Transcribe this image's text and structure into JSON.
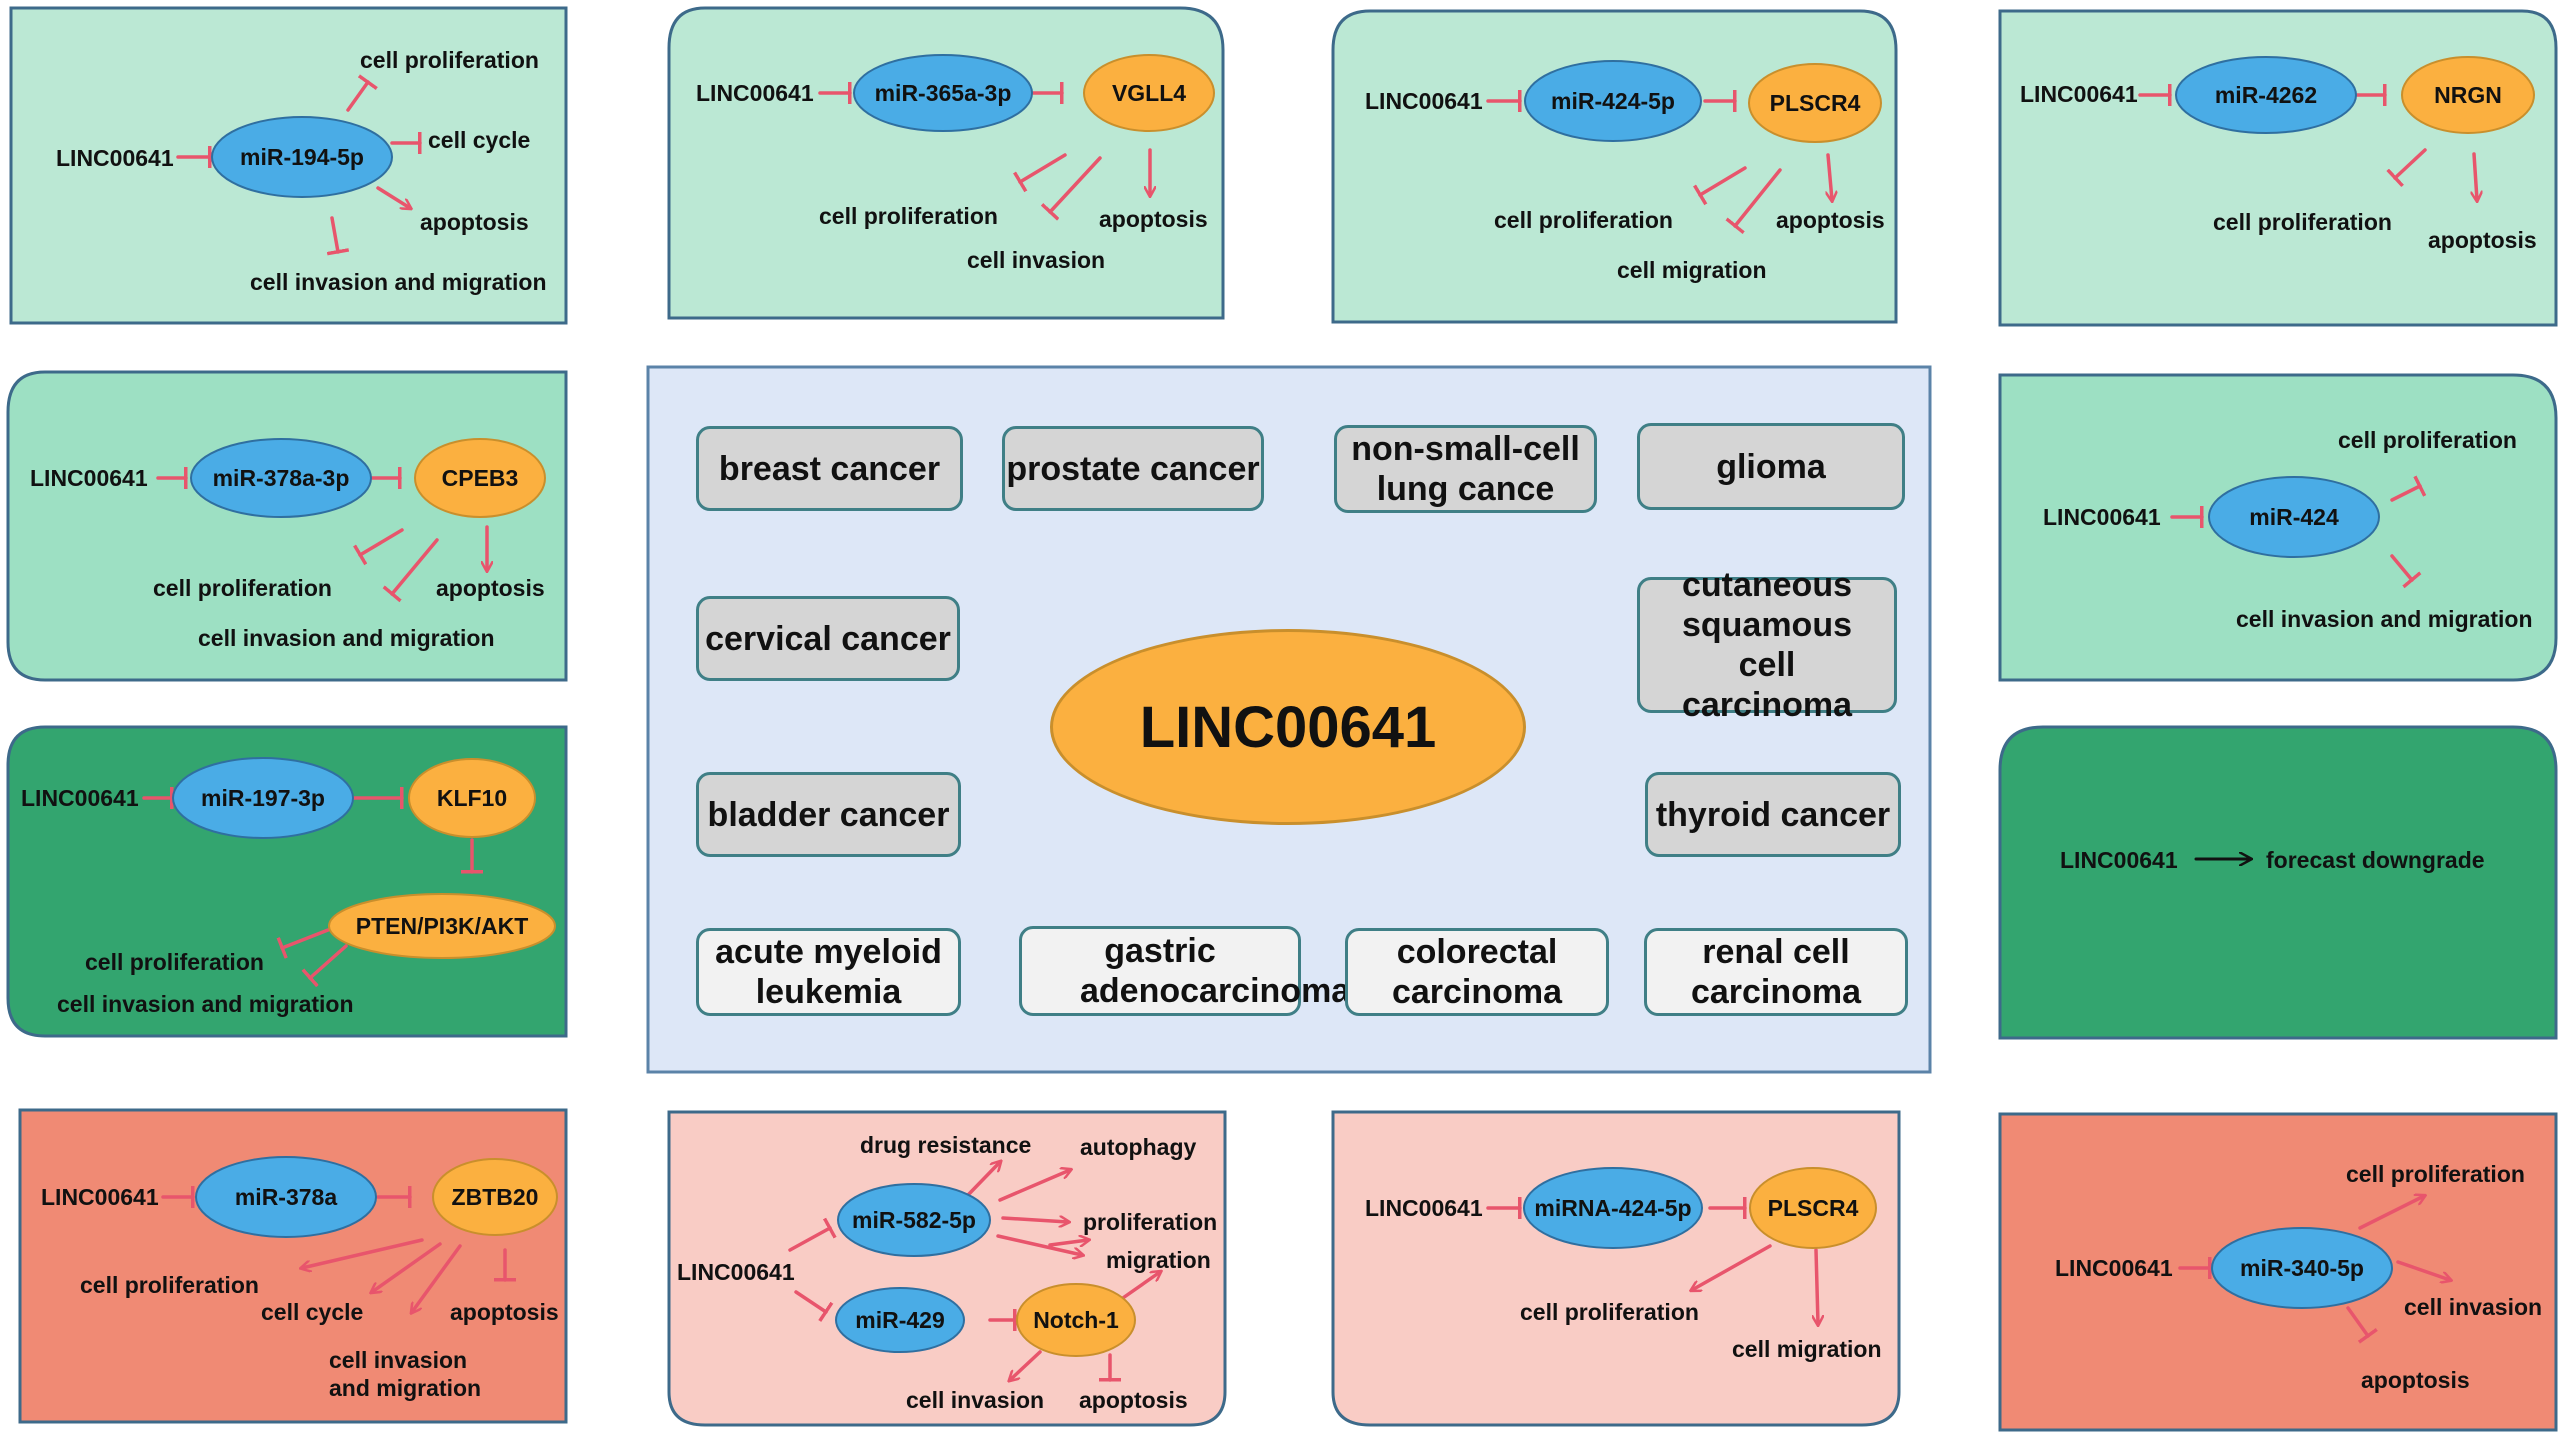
{
  "colors": {
    "light_green": "#bbe8d4",
    "mid_green": "#9de0c3",
    "dark_green": "#33a56f",
    "salmon": "#f08a74",
    "light_pink": "#f9ccc5",
    "center_bg": "#dde7f7",
    "mirna_blue": "#4aace6",
    "target_orange": "#fbb040",
    "arrow": "#e8556c"
  },
  "center": {
    "label": "LINC00641",
    "cancers": [
      "breast cancer",
      "prostate cancer",
      "non-small-cell lung cance",
      "glioma",
      "cervical cancer",
      "cutaneous squamous cell carcinoma",
      "bladder cancer",
      "thyroid cancer",
      "acute myeloid leukemia",
      "gastric adenocarcinoma",
      "colorectal carcinoma",
      "renal cell carcinoma"
    ]
  },
  "panels": {
    "p1": {
      "source": "LINC00641",
      "mirna": "miR-194-5p",
      "effects": [
        "cell proliferation",
        "cell cycle",
        "apoptosis",
        "cell invasion and migration"
      ]
    },
    "p2": {
      "source": "LINC00641",
      "mirna": "miR-365a-3p",
      "target": "VGLL4",
      "effects": [
        "cell proliferation",
        "cell invasion",
        "apoptosis"
      ]
    },
    "p3": {
      "source": "LINC00641",
      "mirna": "miR-424-5p",
      "target": "PLSCR4",
      "effects": [
        "cell proliferation",
        "cell migration",
        "apoptosis"
      ]
    },
    "p4": {
      "source": "LINC00641",
      "mirna": "miR-4262",
      "target": "NRGN",
      "effects": [
        "cell proliferation",
        "apoptosis"
      ]
    },
    "p5": {
      "source": "LINC00641",
      "mirna": "miR-378a-3p",
      "target": "CPEB3",
      "effects": [
        "cell proliferation",
        "apoptosis",
        "cell invasion and migration"
      ]
    },
    "p6": {
      "source": "LINC00641",
      "mirna": "miR-424",
      "effects": [
        "cell proliferation",
        "cell invasion and migration"
      ]
    },
    "p7": {
      "source": "LINC00641",
      "mirna": "miR-197-3p",
      "target": "KLF10",
      "pathway": "PTEN/PI3K/AKT",
      "effects": [
        "cell proliferation",
        "cell invasion and migration"
      ]
    },
    "p8": {
      "source": "LINC00641",
      "effect": "forecast downgrade"
    },
    "p9": {
      "source": "LINC00641",
      "mirna": "miR-378a",
      "target": "ZBTB20",
      "effects": [
        "cell proliferation",
        "cell cycle",
        "apoptosis",
        "cell invasion",
        "and migration"
      ]
    },
    "p10": {
      "source": "LINC00641",
      "mirnas": [
        "miR-582-5p",
        "miR-429"
      ],
      "target": "Notch-1",
      "effects": [
        "drug resistance",
        "autophagy",
        "proliferation",
        "migration",
        "cell invasion",
        "apoptosis"
      ]
    },
    "p11": {
      "source": "LINC00641",
      "mirna": "miRNA-424-5p",
      "target": "PLSCR4",
      "effects": [
        "cell proliferation",
        "cell migration"
      ]
    },
    "p12": {
      "source": "LINC00641",
      "mirna": "miR-340-5p",
      "effects": [
        "cell proliferation",
        "cell invasion",
        "apoptosis"
      ]
    }
  }
}
